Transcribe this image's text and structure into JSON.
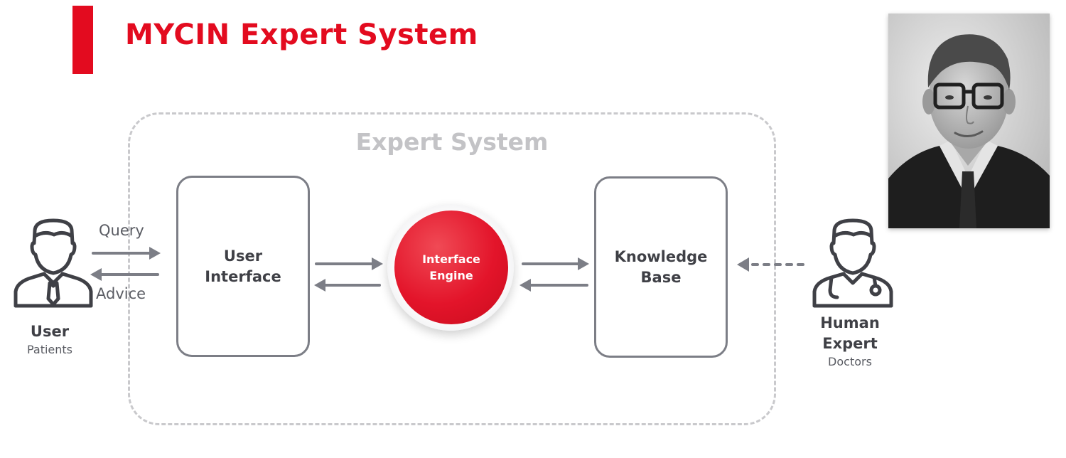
{
  "slide": {
    "title": "MYCIN Expert System",
    "accent_color": "#e30b1f"
  },
  "diagram": {
    "system_label": "Expert System",
    "user_interface": {
      "line1": "User",
      "line2": "Interface"
    },
    "engine": {
      "line1": "Interface",
      "line2": "Engine"
    },
    "knowledge_base": {
      "line1": "Knowledge",
      "line2": "Base"
    },
    "user": {
      "name": "User",
      "role": "Patients",
      "icon": "businessman-icon"
    },
    "expert": {
      "name_line1": "Human",
      "name_line2": "Expert",
      "role": "Doctors",
      "icon": "doctor-icon"
    },
    "flows": {
      "query": "Query",
      "advice": "Advice"
    }
  },
  "portrait": {
    "description_icon": "portrait-photo"
  }
}
